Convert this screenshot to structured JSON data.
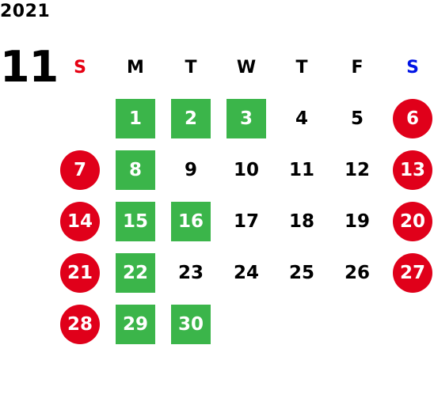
{
  "calendar": {
    "year": "2021",
    "month": "11",
    "weekdays": [
      "S",
      "M",
      "T",
      "W",
      "T",
      "F",
      "S"
    ],
    "weeks": [
      [
        "",
        "1",
        "2",
        "3",
        "4",
        "5",
        "6"
      ],
      [
        "7",
        "8",
        "9",
        "10",
        "11",
        "12",
        "13"
      ],
      [
        "14",
        "15",
        "16",
        "17",
        "18",
        "19",
        "20"
      ],
      [
        "21",
        "22",
        "23",
        "24",
        "25",
        "26",
        "27"
      ],
      [
        "28",
        "29",
        "30",
        "",
        "",
        "",
        ""
      ]
    ],
    "colors": {
      "sunday_label": "#e60012",
      "saturday_label": "#0014e6",
      "circle_day": "#e0001a",
      "highlight_day": "#3bb54a",
      "day_text": "#000000"
    }
  }
}
